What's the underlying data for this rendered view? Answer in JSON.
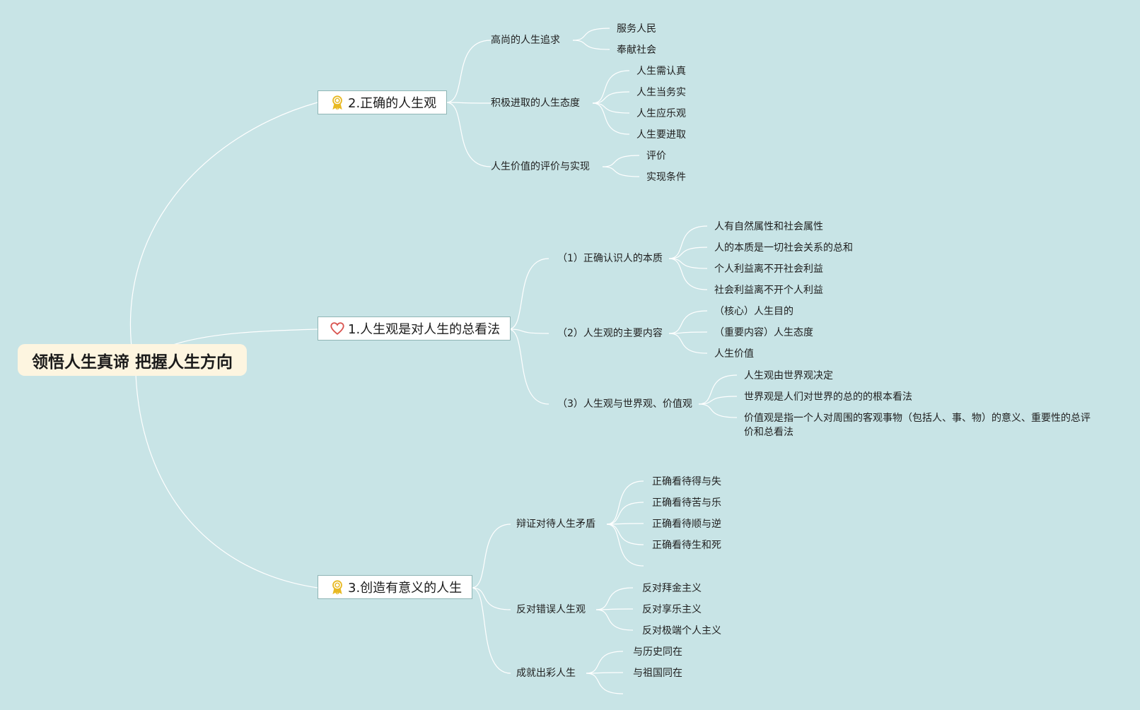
{
  "root": {
    "title": "领悟人生真谛 把握人生方向"
  },
  "topics": [
    {
      "label": "2.正确的人生观",
      "icon": "award-ribbon-icon",
      "subs": [
        {
          "label": "高尚的人生追求",
          "leaves": [
            "服务人民",
            "奉献社会"
          ]
        },
        {
          "label": "积极进取的人生态度",
          "leaves": [
            "人生需认真",
            "人生当务实",
            "人生应乐观",
            "人生要进取"
          ]
        },
        {
          "label": "人生价值的评价与实现",
          "leaves": [
            "评价",
            "实现条件"
          ]
        }
      ]
    },
    {
      "label": "1.人生观是对人生的总看法",
      "icon": "heart-icon",
      "subs": [
        {
          "label": "（1）正确认识人的本质",
          "leaves": [
            "人有自然属性和社会属性",
            "人的本质是一切社会关系的总和",
            "个人利益离不开社会利益",
            "社会利益离不开个人利益"
          ]
        },
        {
          "label": "（2）人生观的主要内容",
          "leaves": [
            "（核心）人生目的",
            "（重要内容）人生态度",
            "人生价值"
          ]
        },
        {
          "label": "（3）人生观与世界观、价值观",
          "leaves": [
            "人生观由世界观决定",
            "世界观是人们对世界的总的的根本看法",
            "价值观是指一个人对周围的客观事物（包括人、事、物）的意义、重要性的总评价和总看法"
          ]
        }
      ]
    },
    {
      "label": "3.创造有意义的人生",
      "icon": "award-ribbon-icon",
      "subs": [
        {
          "label": "辩证对待人生矛盾",
          "leaves": [
            "正确看待得与失",
            "正确看待苦与乐",
            "正确看待顺与逆",
            "正确看待生和死",
            ""
          ]
        },
        {
          "label": "反对错误人生观",
          "leaves": [
            "反对拜金主义",
            "反对享乐主义",
            "反对极端个人主义"
          ]
        },
        {
          "label": "成就出彩人生",
          "leaves": [
            "与历史同在",
            "与祖国同在",
            ""
          ]
        }
      ]
    }
  ],
  "colors": {
    "background": "#c8e4e6",
    "link": "#ffffff",
    "root_fill": "#fdf5e0",
    "topic_border": "#8fb5b5",
    "award_icon": "#e8b923",
    "heart_icon": "#d9534f"
  }
}
